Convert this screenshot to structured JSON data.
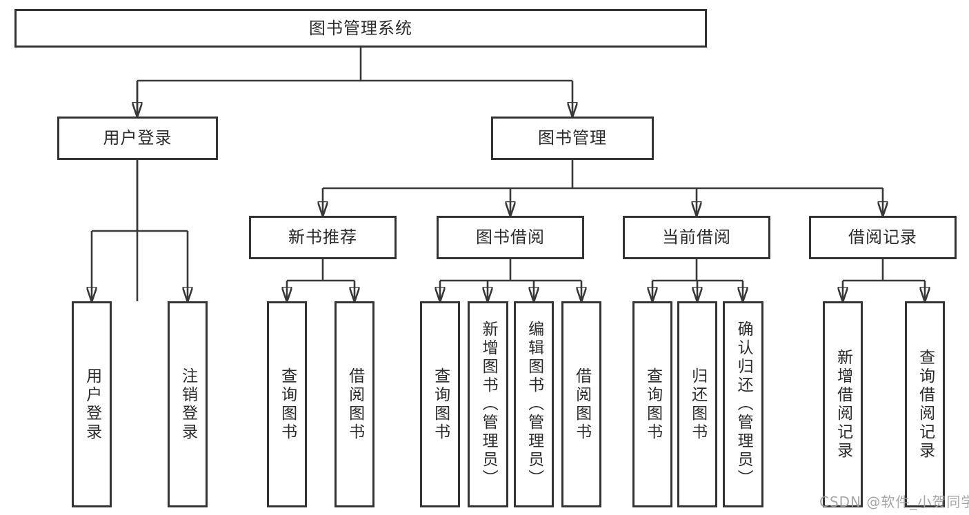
{
  "diagram": {
    "type": "hierarchy-tree",
    "colors": {
      "line": "#383838",
      "box_border": "#333333",
      "text": "#2b2b2b",
      "watermark": "#9e9e9e",
      "background": "#ffffff"
    },
    "tree": {
      "label": "图书管理系统",
      "children": [
        {
          "label": "用户登录",
          "children": [
            {
              "label": "用户登录"
            },
            {
              "label": "注销登录"
            }
          ]
        },
        {
          "label": "图书管理",
          "children": [
            {
              "label": "新书推荐",
              "children": [
                {
                  "label": "查询图书"
                },
                {
                  "label": "借阅图书"
                }
              ]
            },
            {
              "label": "图书借阅",
              "children": [
                {
                  "label": "查询图书"
                },
                {
                  "label": "新增图书（管理员）"
                },
                {
                  "label": "编辑图书（管理员）"
                },
                {
                  "label": "借阅图书"
                }
              ]
            },
            {
              "label": "当前借阅",
              "children": [
                {
                  "label": "查询图书"
                },
                {
                  "label": "归还图书"
                },
                {
                  "label": "确认归还（管理员）"
                }
              ]
            },
            {
              "label": "借阅记录",
              "children": [
                {
                  "label": "新增借阅记录"
                },
                {
                  "label": "查询借阅记录"
                }
              ]
            }
          ]
        }
      ]
    }
  },
  "watermark": {
    "text": "CSDN @软件_小贺同学"
  }
}
